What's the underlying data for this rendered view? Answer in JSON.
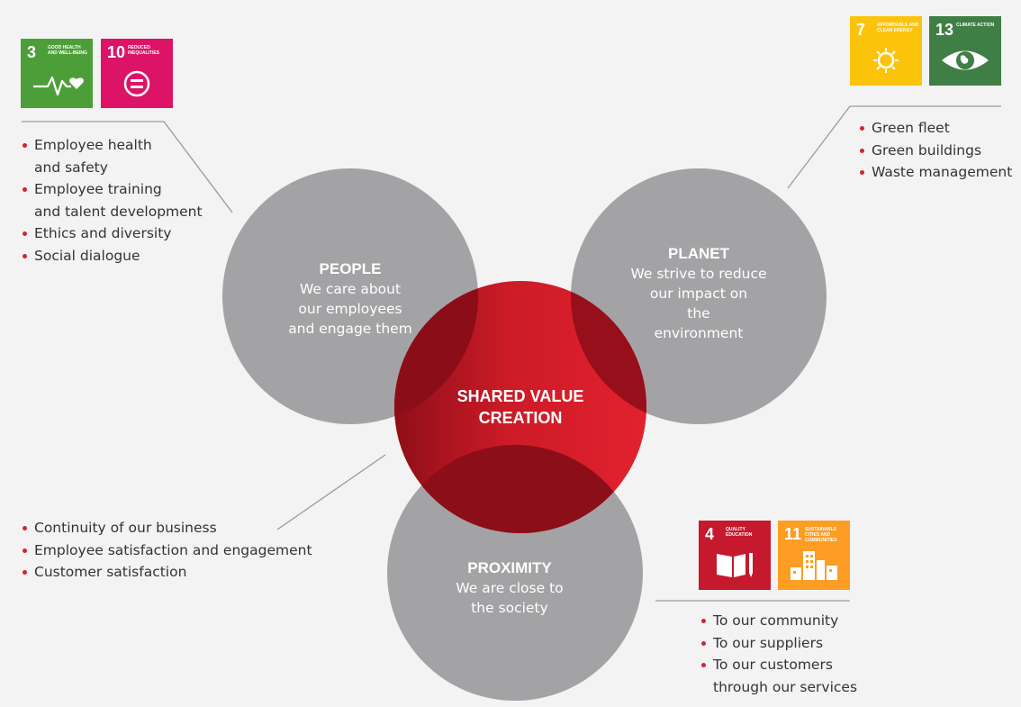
{
  "colors": {
    "background": "#f3f3f3",
    "circle_grey": "#a3a3a5",
    "circle_red": "#d8202f",
    "overlap_red": "#8e0f1a",
    "bullet_red": "#d8202f",
    "connector_grey": "#9a9a9a"
  },
  "center": {
    "title_line1": "SHARED VALUE",
    "title_line2": "CREATION"
  },
  "people": {
    "title": "PEOPLE",
    "lines": [
      "We care about",
      "our employees",
      "and engage them"
    ],
    "bullets": [
      [
        "Employee health",
        "and safety"
      ],
      [
        "Employee training",
        "and talent development"
      ],
      [
        "Ethics and diversity"
      ],
      [
        "Social dialogue"
      ]
    ],
    "sdgs": [
      {
        "number": "3",
        "label": "GOOD HEALTH AND WELL-BEING",
        "color": "#4c9f38",
        "icon": "heartbeat-icon"
      },
      {
        "number": "10",
        "label": "REDUCED INEQUALITIES",
        "color": "#dd1367",
        "icon": "equality-icon"
      }
    ]
  },
  "planet": {
    "title": "PLANET",
    "lines": [
      "We strive to reduce",
      "our impact on",
      "the",
      "environment"
    ],
    "bullets": [
      [
        "Green fleet"
      ],
      [
        "Green buildings"
      ],
      [
        "Waste management"
      ]
    ],
    "sdgs": [
      {
        "number": "7",
        "label": "AFFORDABLE AND CLEAN ENERGY",
        "color": "#fcc30b",
        "icon": "sun-icon"
      },
      {
        "number": "13",
        "label": "CLIMATE ACTION",
        "color": "#3f7e44",
        "icon": "eye-globe-icon"
      }
    ]
  },
  "proximity": {
    "title": "PROXIMITY",
    "lines": [
      "We are close to",
      "the society"
    ],
    "bullets": [
      [
        "To our community"
      ],
      [
        "To our suppliers"
      ],
      [
        "To our customers",
        "through our services"
      ]
    ],
    "sdgs": [
      {
        "number": "4",
        "label": "QUALITY EDUCATION",
        "color": "#c5192d",
        "icon": "book-pencil-icon"
      },
      {
        "number": "11",
        "label": "SUSTAINABLE CITIES AND COMMUNITIES",
        "color": "#fd9d24",
        "icon": "city-icon"
      }
    ]
  },
  "shared": {
    "bullets": [
      [
        "Continuity of our business"
      ],
      [
        "Employee satisfaction and engagement"
      ],
      [
        "Customer satisfaction"
      ]
    ]
  }
}
